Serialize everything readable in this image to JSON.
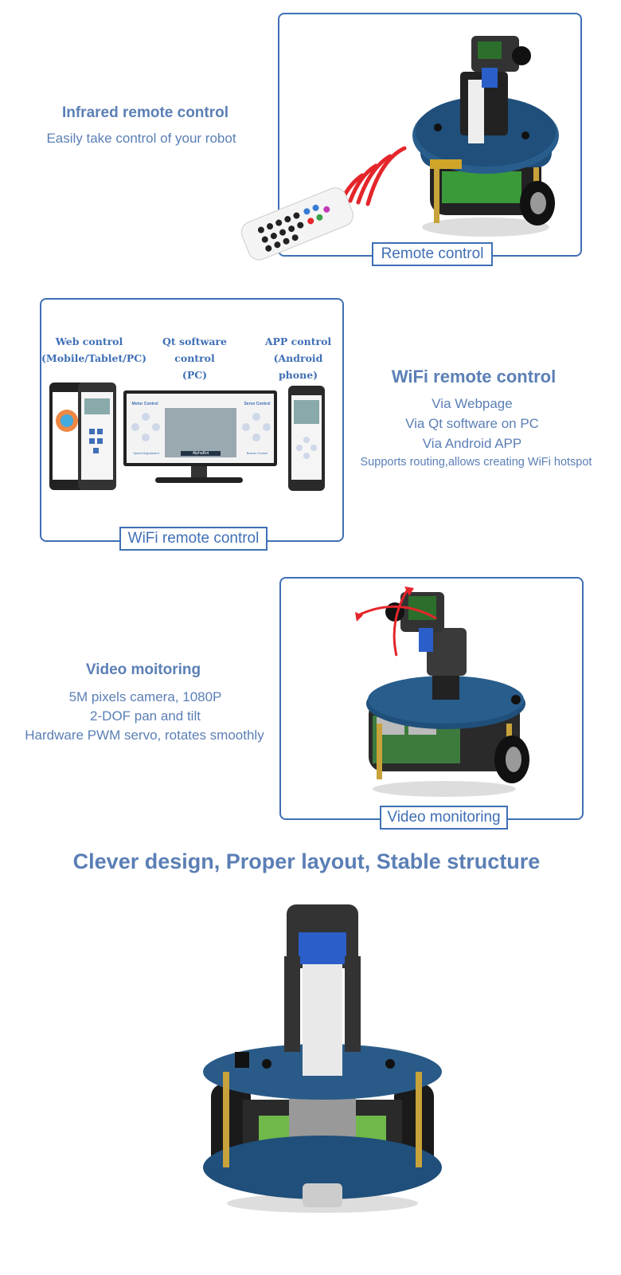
{
  "section_ir": {
    "heading": "Infrared remote control",
    "subline": "Easily take control of your robot",
    "caption": "Remote control"
  },
  "section_wifi": {
    "heading": "WiFi remote control",
    "lines": [
      "Via Webpage",
      "Via Qt software on PC",
      "Via Android APP",
      "Supports routing,allows creating WiFi hotspot"
    ],
    "caption": "WiFi remote control",
    "labels": [
      {
        "line1": "Web control",
        "line2": "(Mobile/Tablet/PC)"
      },
      {
        "line1": "Qt software control",
        "line2": "(PC)"
      },
      {
        "line1": "APP control",
        "line2": "(Android phone)"
      }
    ],
    "screen": {
      "motor_title": "Motor Control",
      "servo_title": "Servo Control",
      "speed_label": "Speed Adjustment",
      "buzzer_label": "Buzzer Control",
      "center_logo": "AlphaBot"
    }
  },
  "section_video": {
    "heading": "Video moitoring",
    "lines": [
      "5M pixels camera, 1080P",
      "2-DOF pan and tilt",
      "Hardware PWM servo, rotates smoothly"
    ],
    "caption": "Video monitoring"
  },
  "section_design": {
    "title": "Clever design, Proper layout, Stable structure"
  },
  "colors": {
    "accent_text": "#5b7fb5",
    "frame_border": "#3f6fb5",
    "robot_board": "#1f4f7a",
    "signal_red": "#e4262b"
  }
}
